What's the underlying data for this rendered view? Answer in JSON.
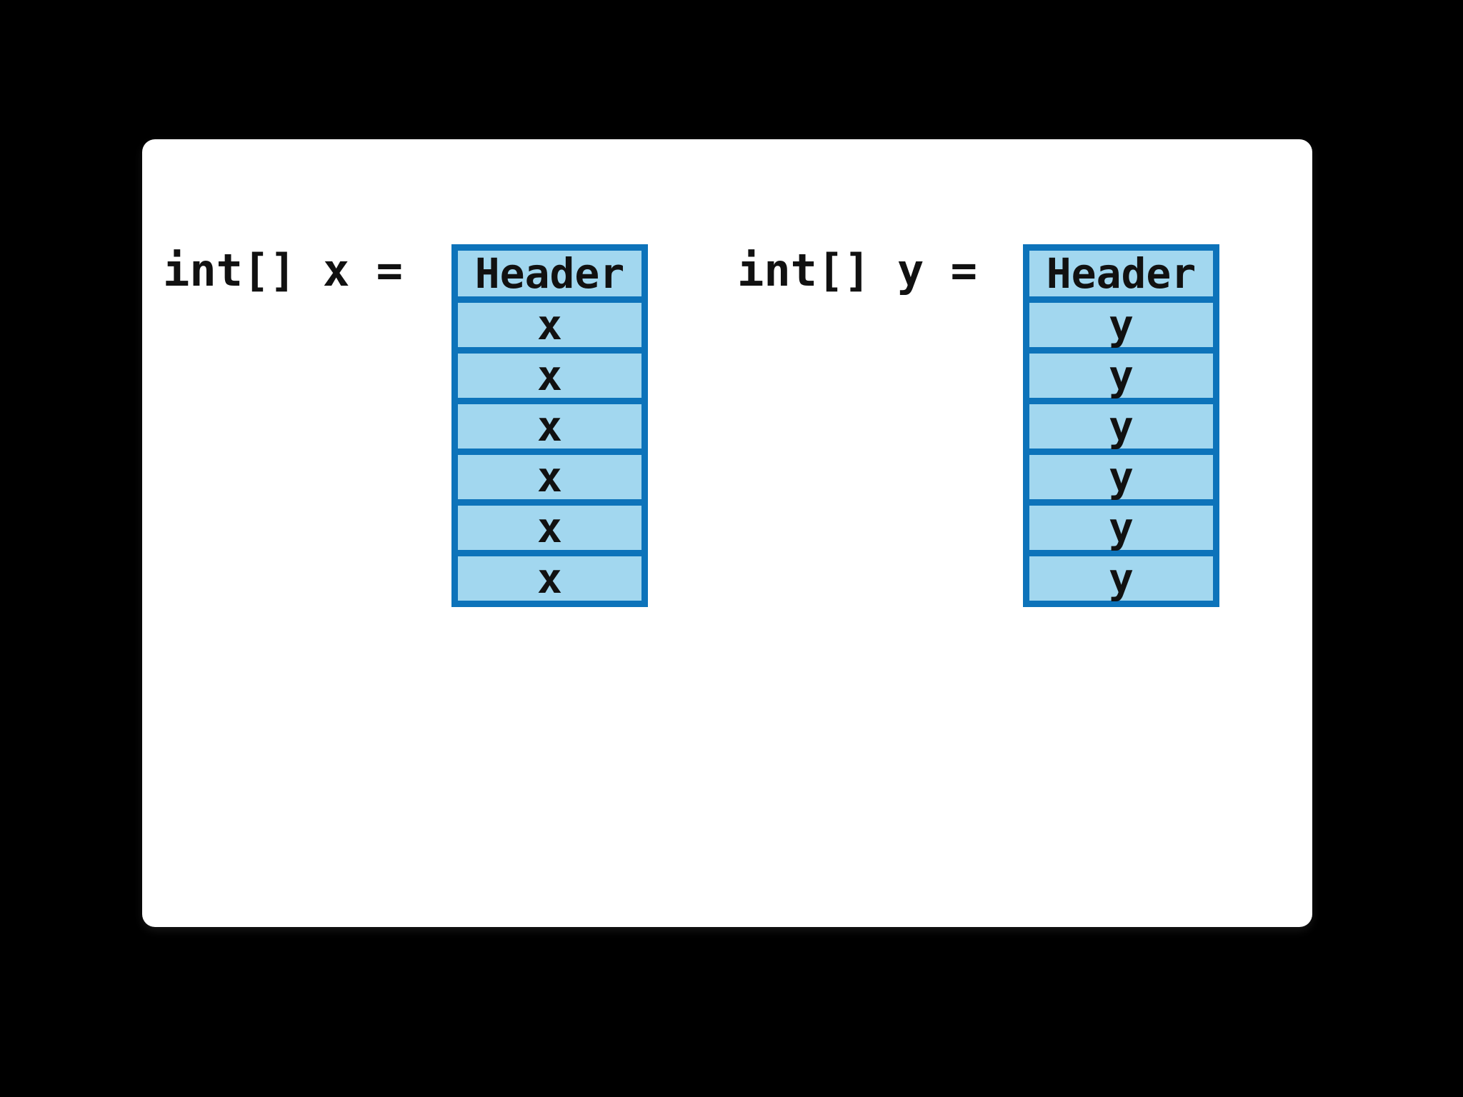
{
  "slide": {
    "background_color": "#000000",
    "panel_color": "#ffffff"
  },
  "colors": {
    "border_blue": "#0d73ba",
    "cell_blue": "#a2d7ef",
    "text_color": "#111111"
  },
  "arrays": [
    {
      "declaration": "int[] x =",
      "header": "Header",
      "cells": [
        "x",
        "x",
        "x",
        "x",
        "x",
        "x"
      ]
    },
    {
      "declaration": "int[] y =",
      "header": "Header",
      "cells": [
        "y",
        "y",
        "y",
        "y",
        "y",
        "y"
      ]
    }
  ]
}
